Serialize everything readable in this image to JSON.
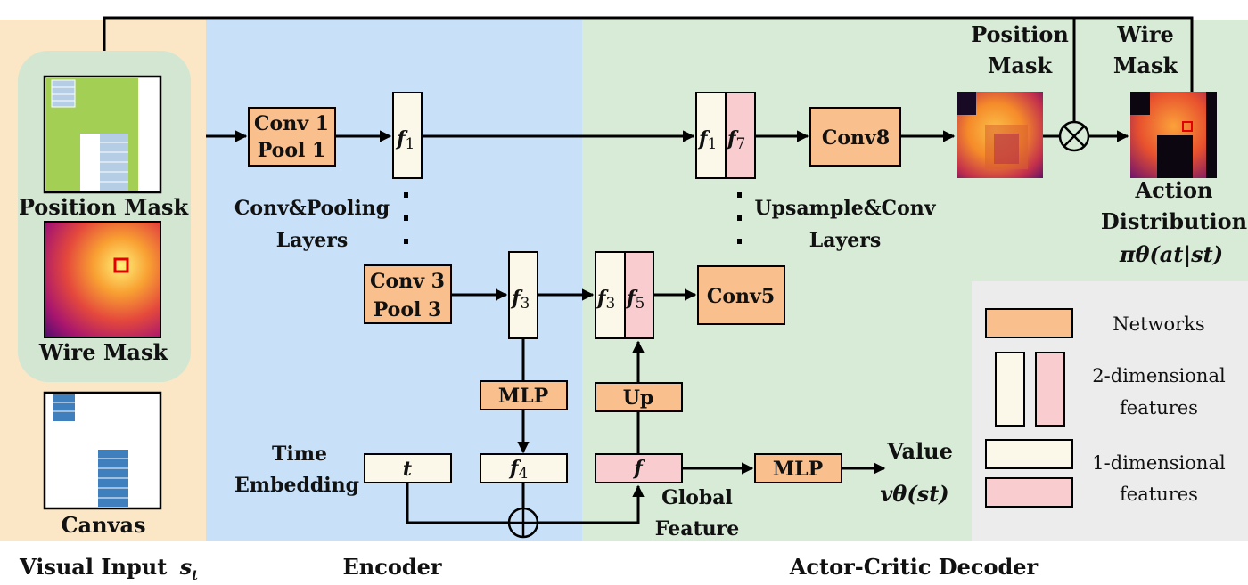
{
  "sections": {
    "visual_input": "Visual Input",
    "visual_input_sym": "s",
    "visual_input_sub": "t",
    "encoder": "Encoder",
    "decoder": "Actor-Critic Decoder"
  },
  "inputs": {
    "position_mask": "Position Mask",
    "wire_mask": "Wire Mask",
    "canvas": "Canvas"
  },
  "encoder": {
    "conv1_a": "Conv 1",
    "conv1_b": "Pool 1",
    "conv3_a": "Conv 3",
    "conv3_b": "Pool 3",
    "pool_layers_a": "Conv&Pooling",
    "pool_layers_b": "Layers",
    "mlp": "MLP",
    "time_a": "Time",
    "time_b": "Embedding",
    "t": "t"
  },
  "features": {
    "f": "f",
    "s1": "1",
    "s3": "3",
    "s4": "4",
    "s5": "5",
    "s7": "7"
  },
  "decoder": {
    "conv5": "Conv5",
    "conv8": "Conv8",
    "up": "Up",
    "upsample_a": "Upsample&Conv",
    "upsample_b": "Layers",
    "global_a": "Global",
    "global_b": "Feature",
    "mlp": "MLP",
    "value": "Value",
    "value_formula": "vθ(st)",
    "pos_mask_a": "Position",
    "pos_mask_b": "Mask",
    "wire_mask_a": "Wire",
    "wire_mask_b": "Mask",
    "action_a": "Action",
    "action_b": "Distribution",
    "action_formula": "πθ(at|st)"
  },
  "legend": {
    "networks": "Networks",
    "two_dim_a": "2-dimensional",
    "two_dim_b": "features",
    "one_dim_a": "1-dimensional",
    "one_dim_b": "features"
  },
  "colors": {
    "visual_bg": "#fbe7c6",
    "encoder_bg": "#c8e0f8",
    "decoder_bg": "#d7ebd7",
    "mask_panel": "#d2e6d2",
    "legend_bg": "#ececec",
    "network": "#f9c08e",
    "feature_light": "#fbf8ea",
    "feature_pink": "#f9ccd0",
    "green_cell": "#a4cf55",
    "blue_macro": "#3f7fbd"
  }
}
